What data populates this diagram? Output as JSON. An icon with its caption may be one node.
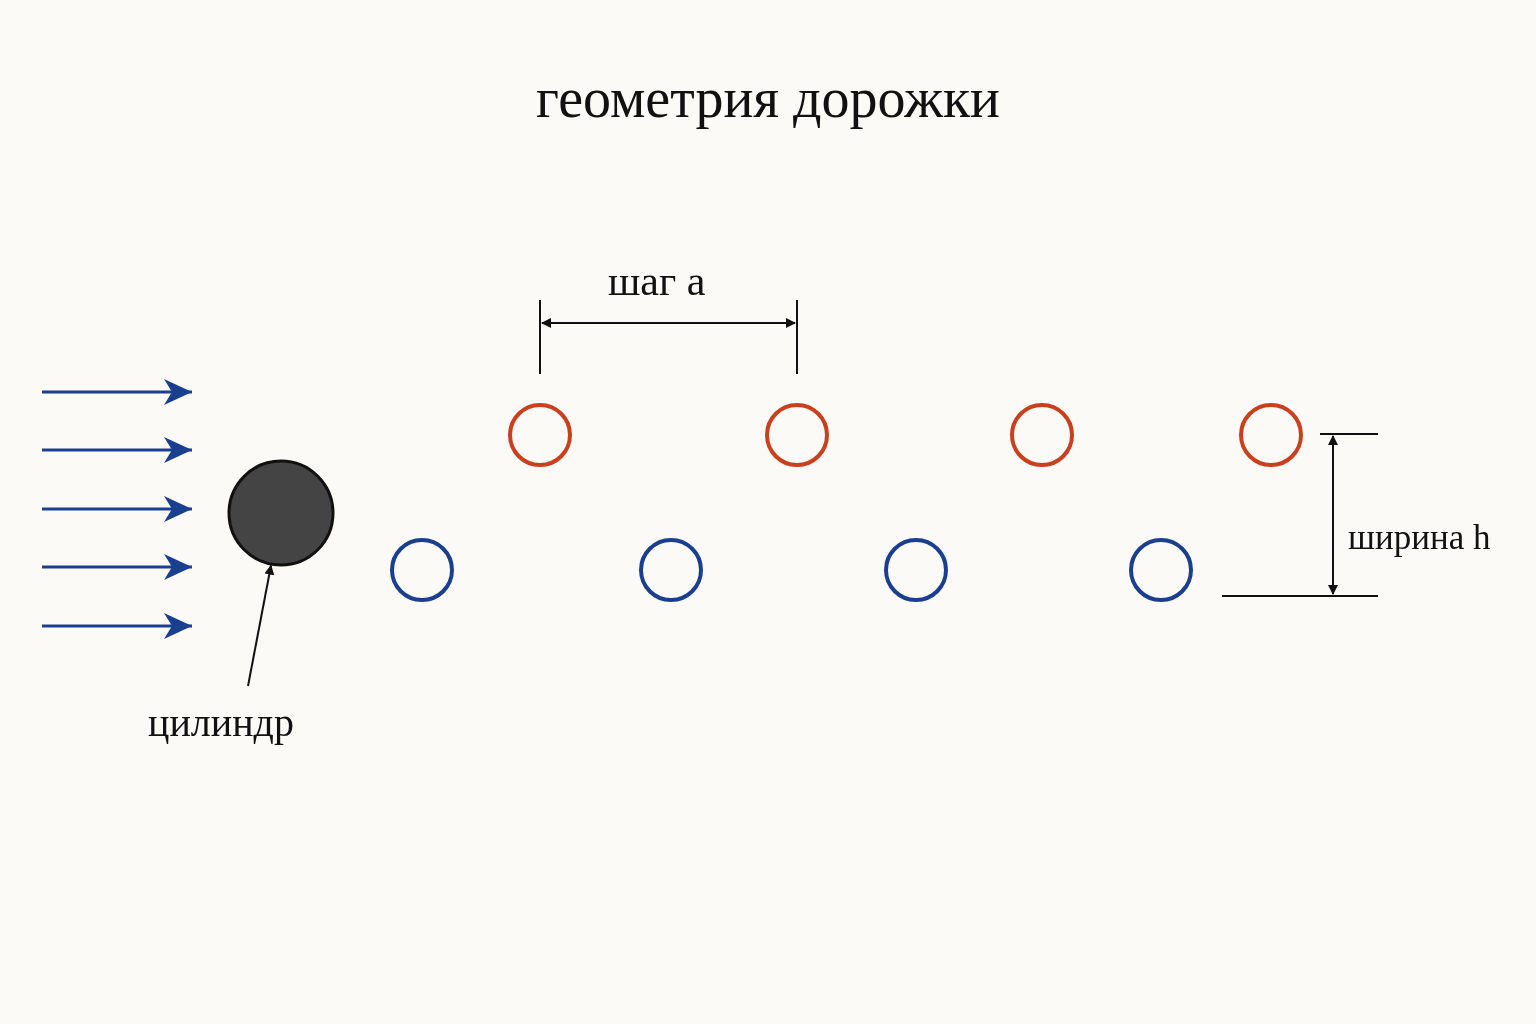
{
  "diagram": {
    "title": "геометрия дорожки",
    "nodes": [
      {
        "text": [
          "цилиндр"
        ]
      },
      {
        "text": [],
        "shape": "circle"
      },
      {
        "text": [],
        "shape": "circle"
      },
      {
        "text": [],
        "shape": "circle"
      },
      {
        "text": [],
        "shape": "circle"
      },
      {
        "text": [],
        "shape": "circle"
      },
      {
        "text": [],
        "shape": "circle"
      },
      {
        "text": [],
        "shape": "circle"
      },
      {
        "text": [],
        "shape": "circle"
      },
      {
        "text": [],
        "shape": "circle"
      }
    ],
    "edges": [
      {
        "from": 0,
        "to": 1,
        "arrow": "to"
      }
    ],
    "labels": [
      "шаг a",
      "ширина h"
    ]
  }
}
